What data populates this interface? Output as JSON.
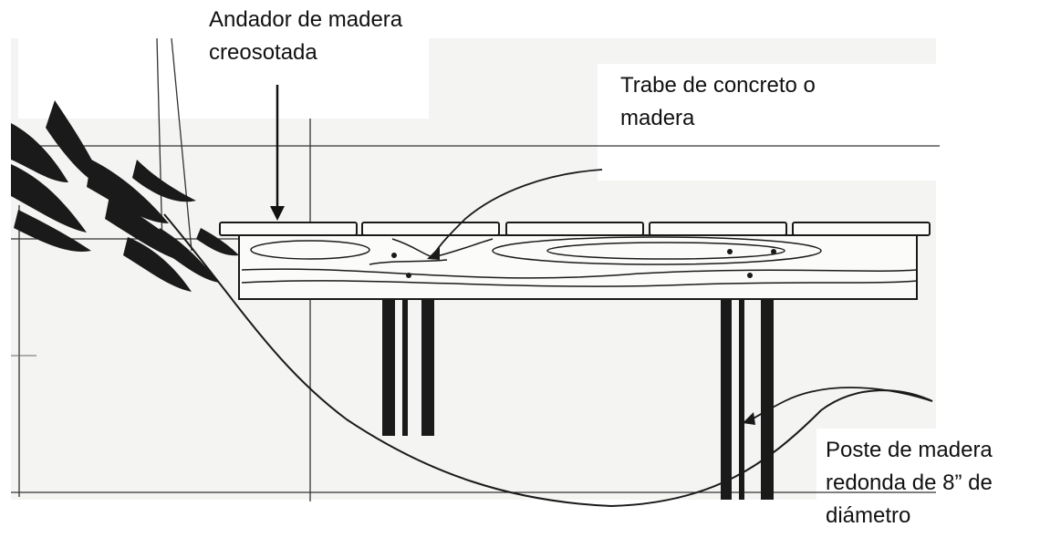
{
  "labels": {
    "andador": "Andador de madera\ncreosotada",
    "trabe": "Trabe de concreto o\nmadera",
    "poste": "Poste de madera\nredonda de 8” de\ndiámetro"
  },
  "colors": {
    "ink": "#1a1a1a",
    "paper": "#f4f4f2",
    "wood_fill": "#fbfbf9"
  },
  "icons": {
    "vegetation": "fern-leaves-icon",
    "pointer": "arrow-down-icon"
  }
}
